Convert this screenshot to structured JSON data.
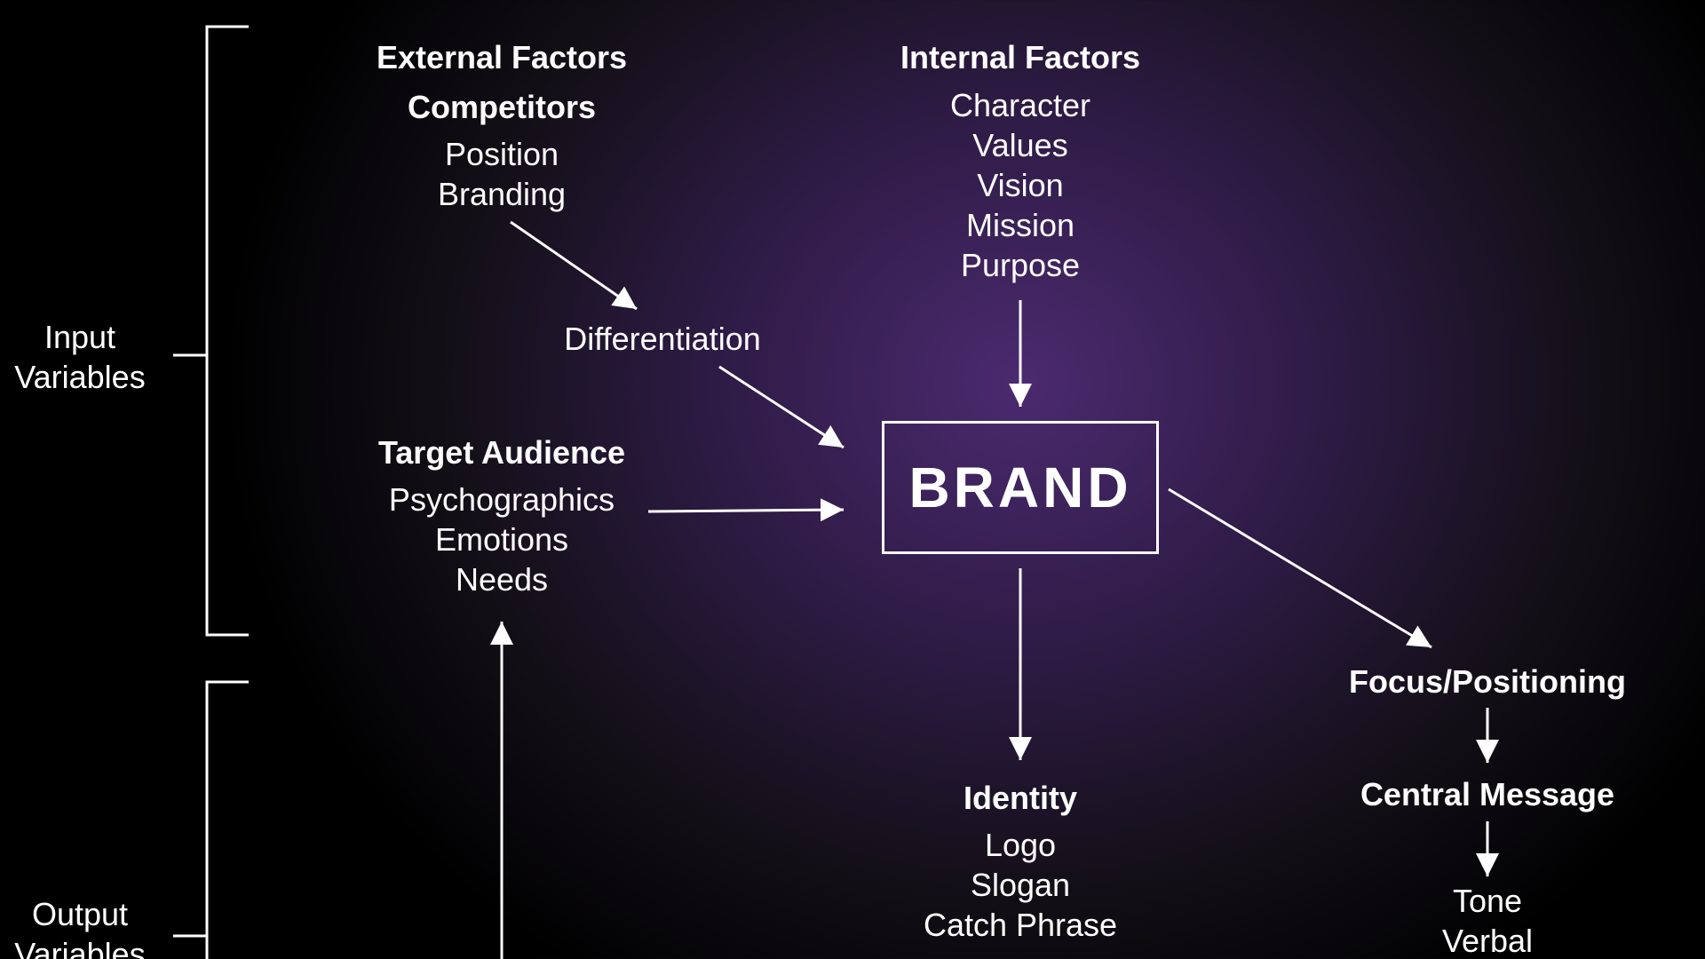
{
  "side_labels": {
    "input": [
      "Input",
      "Variables"
    ],
    "output": [
      "Output",
      "Variables"
    ]
  },
  "external": {
    "heading": "External Factors",
    "competitors_heading": "Competitors",
    "competitors_items": [
      "Position",
      "Branding"
    ]
  },
  "differentiation": "Differentiation",
  "internal": {
    "heading": "Internal Factors",
    "items": [
      "Character",
      "Values",
      "Vision",
      "Mission",
      "Purpose"
    ]
  },
  "target": {
    "heading": "Target Audience",
    "items": [
      "Psychographics",
      "Emotions",
      "Needs"
    ]
  },
  "brand": "BRAND",
  "identity": {
    "heading": "Identity",
    "items": [
      "Logo",
      "Slogan",
      "Catch Phrase"
    ]
  },
  "focus": "Focus/Positioning",
  "central": {
    "heading": "Central Message",
    "items": [
      "Tone",
      "Verbal"
    ]
  },
  "colors": {
    "line": "#ffffff",
    "background_center": "#4b2a6f",
    "background_edge": "#000000"
  }
}
